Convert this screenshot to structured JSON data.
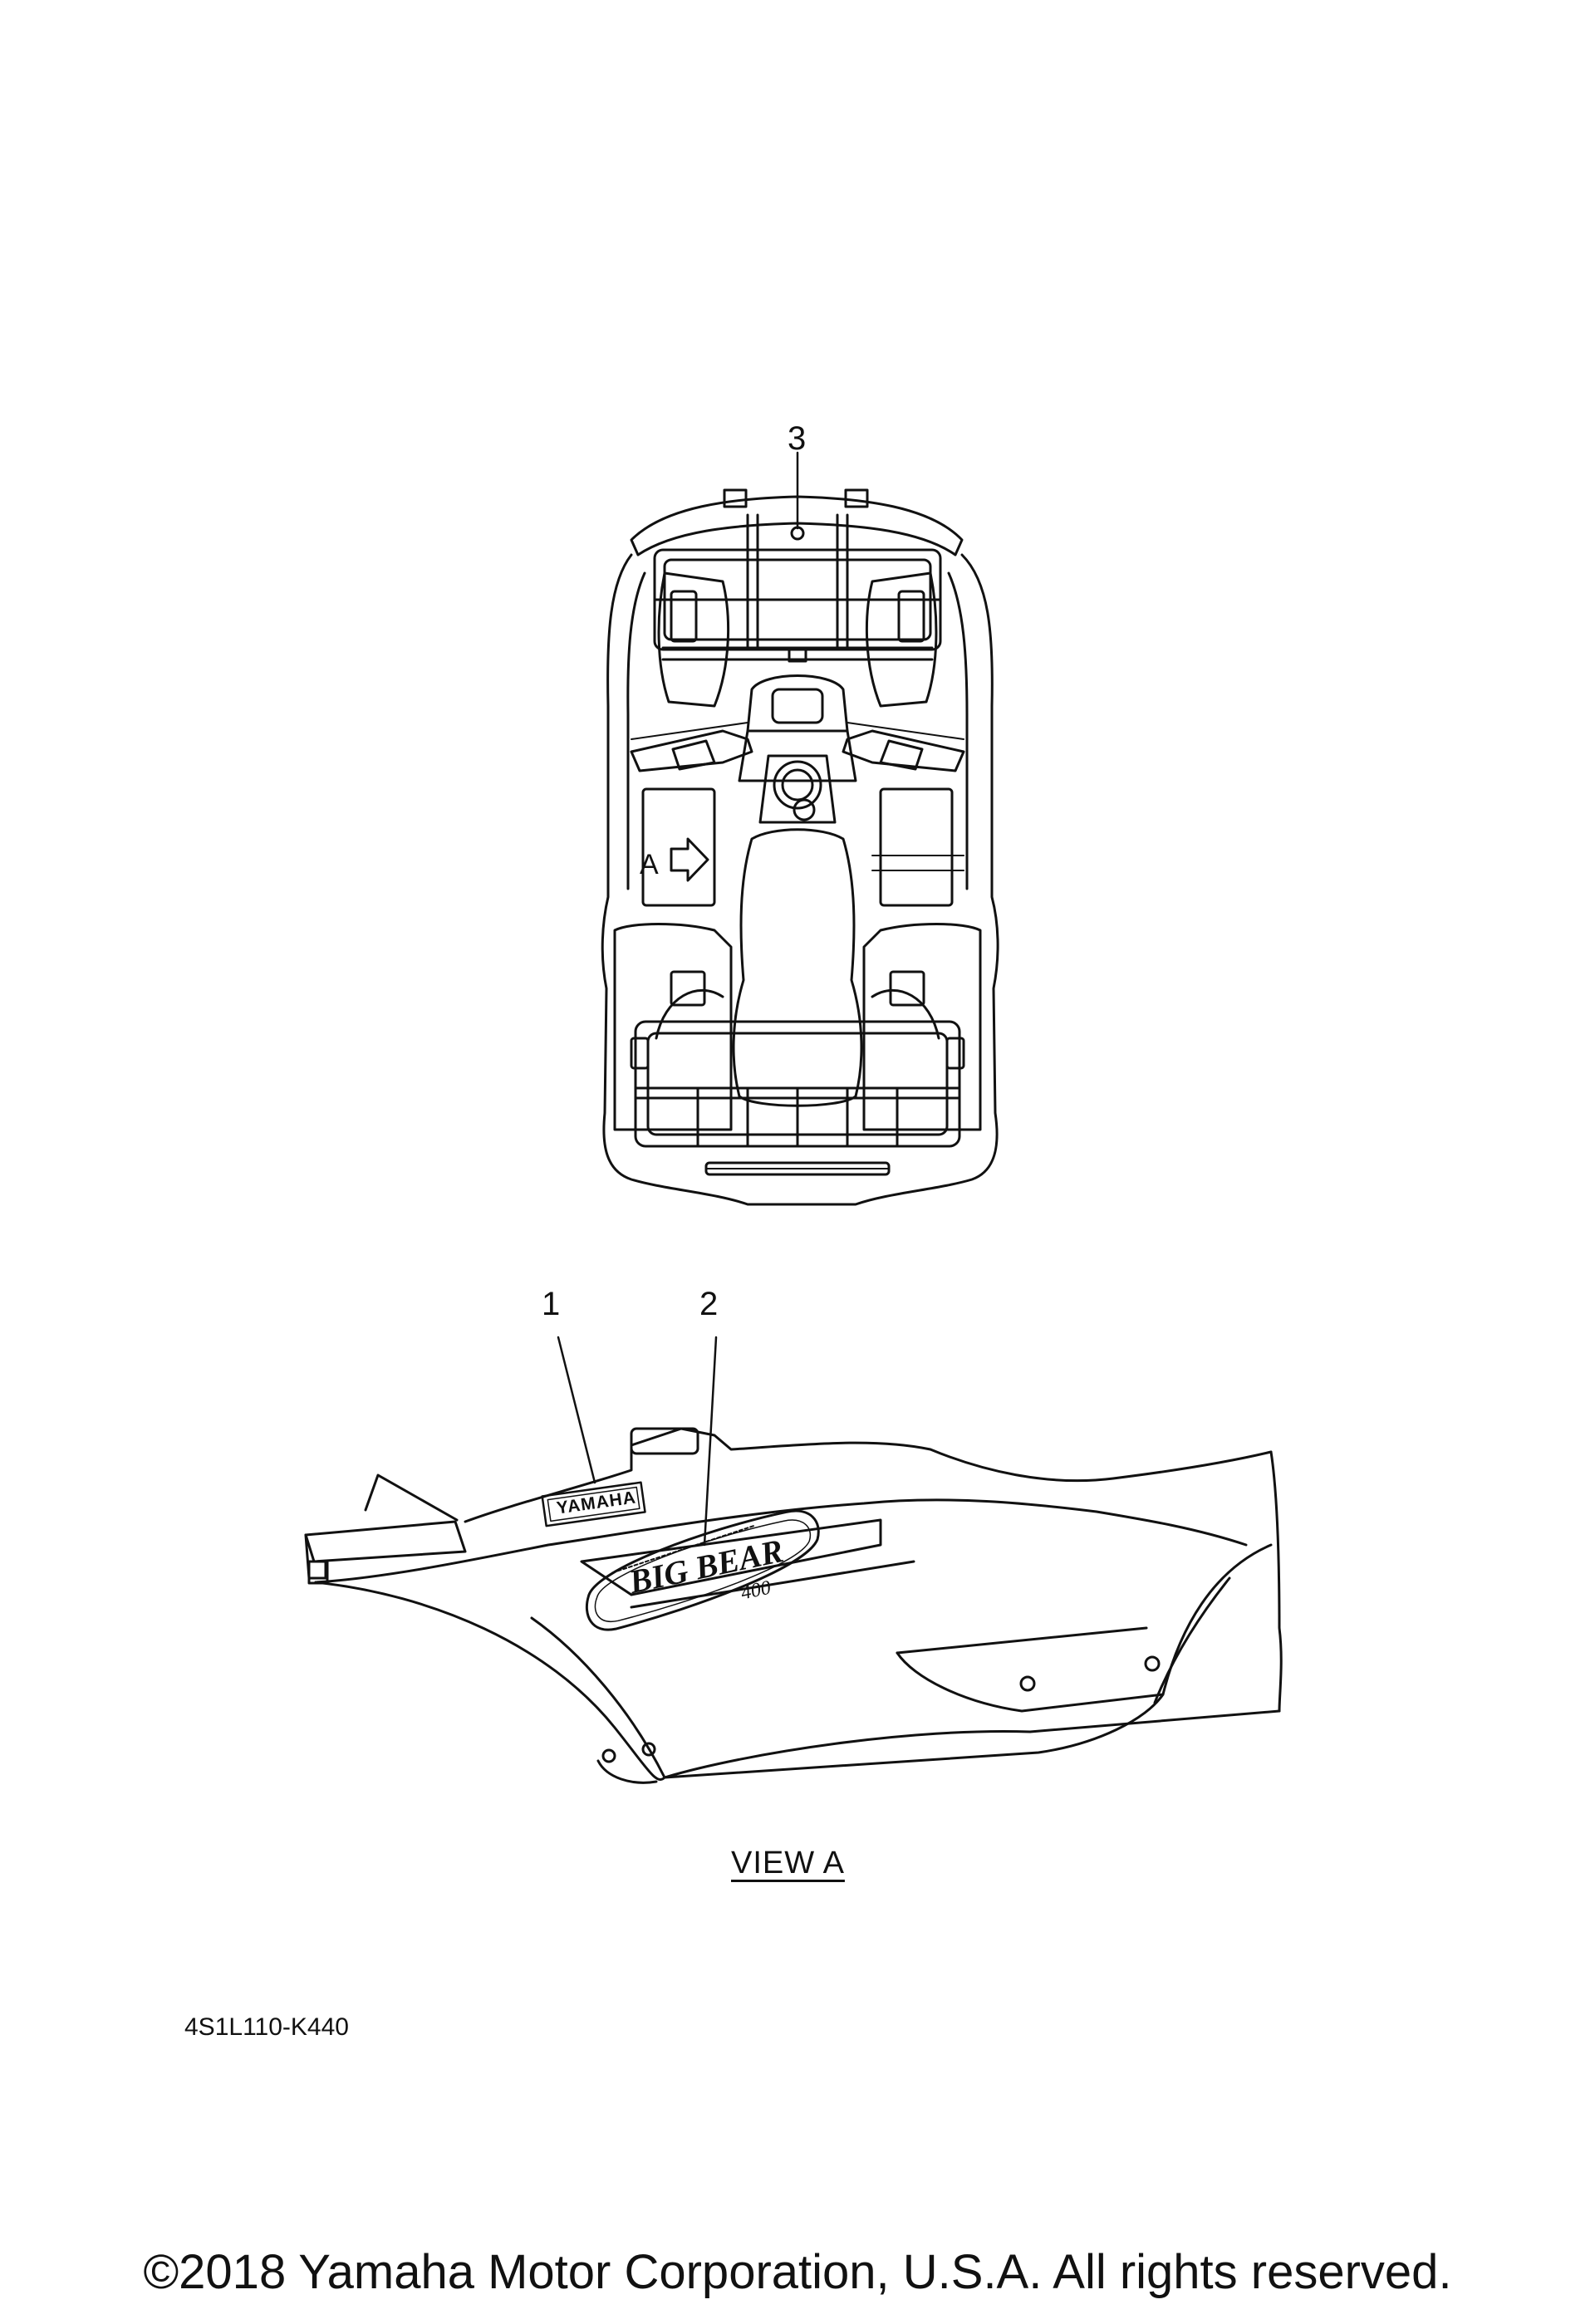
{
  "callouts": {
    "c1": "1",
    "c2": "2",
    "c3": "3"
  },
  "view_marker": "A",
  "view_caption": "VIEW A",
  "part_code": "4S1L110-K440",
  "copyright": "©2018 Yamaha Motor Corporation, U.S.A. All rights reserved.",
  "decals": {
    "brand": "YAMAHA",
    "model": "BIG BEAR",
    "model_number": "400"
  },
  "colors": {
    "line": "#111111",
    "background": "#ffffff"
  }
}
